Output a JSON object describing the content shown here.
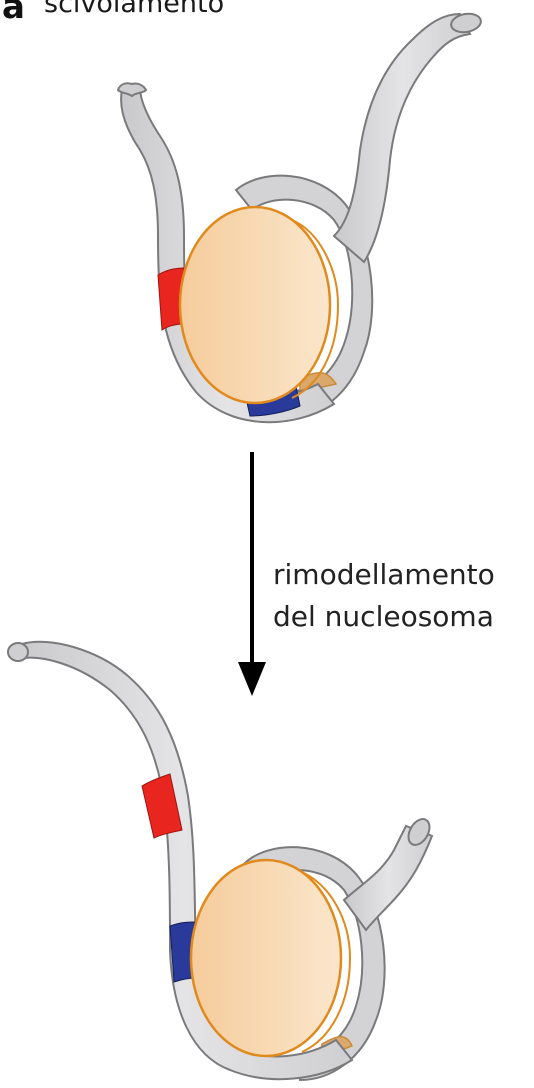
{
  "panel": {
    "letter": "a",
    "title": "scivolamento"
  },
  "arrow": {
    "label_line1": "rimodellamento",
    "label_line2": "del nucleosoma"
  },
  "colors": {
    "dna_fill": "#d9d9db",
    "dna_stroke": "#7a7a7c",
    "histone_fill": "#f7d6ad",
    "histone_stroke": "#e08a1e",
    "marker_red": "#e8251f",
    "marker_blue": "#2a3a9a",
    "arrow": "#000000",
    "text": "#222222"
  }
}
